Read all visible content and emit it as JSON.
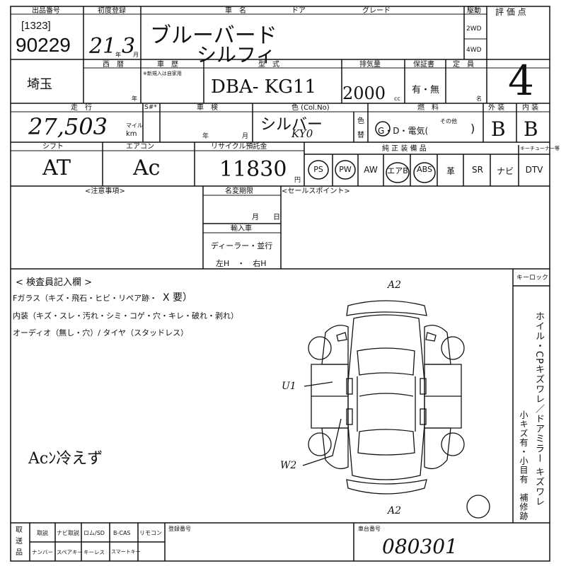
{
  "header": {
    "lot_number_label": "出品番号",
    "lot_bracket": "[1323]",
    "lot_number": "90229",
    "first_reg_label": "初度登録",
    "first_reg_value": "21",
    "first_reg_unit": "年",
    "first_reg_month": "3",
    "first_reg_month_unit": "月",
    "model_name_label": "車　名",
    "model_name_line1": "ブルーバード",
    "model_name_line2": "シルフィ",
    "door_label": "ドア",
    "grade_label": "グレード",
    "drive_label": "駆動",
    "drive_options": [
      "2WD",
      "4WD"
    ],
    "score_label": "評 価 点",
    "score_value": "4"
  },
  "row2": {
    "region": "埼玉",
    "year_label": "西　暦",
    "year_unit": "年",
    "history_label": "車　歴",
    "history_note": "※新規入は自家用",
    "type_label": "型　式",
    "type_value": "DBA- KG11",
    "displacement_label": "排気量",
    "displacement_value": "2000",
    "displacement_unit": "cc",
    "warranty_label": "保証書",
    "warranty_value": "有・無",
    "fixed_label": "定　員",
    "fixed_unit": "名"
  },
  "row3": {
    "mileage_label": "走　行",
    "mileage_value": "27,503",
    "mileage_unit1": "マイル",
    "mileage_unit2": "km",
    "sflag_label": "S#*",
    "inspection_label": "車　検",
    "inspection_year": "年",
    "inspection_month": "月",
    "color_label": "色 (Col.No)",
    "color_value": "シルバー",
    "color_code": "KY0",
    "color_change_labels": [
      "色",
      "替"
    ],
    "fuel_label": "燃　料",
    "fuel_options": "G・D・電気(",
    "fuel_other": "その他",
    "exterior_label": "外 装",
    "exterior_value": "B",
    "interior_label": "内 装",
    "interior_value": "B"
  },
  "row4": {
    "shift_label": "シフト",
    "shift_value": "AT",
    "aircon_label": "エアコン",
    "aircon_value": "Ac",
    "recycle_label": "リサイクル預託金",
    "recycle_value": "11830",
    "recycle_unit": "円",
    "options_label": "純 正 装 備 品",
    "options": [
      "PS",
      "PW",
      "AW",
      "エアB",
      "ABS",
      "革",
      "SR",
      "ナビ",
      "DTV"
    ],
    "key_tuner_label": "キーチューナー等"
  },
  "row5": {
    "notes_label": "<注意事項>",
    "name_change_label": "名変期限",
    "name_change_month": "月",
    "name_change_day": "日",
    "import_label": "輸入車",
    "import_value": "ディーラー・並行",
    "steering_value": "左H　・　右H",
    "sales_point_label": "<セールスポイント>"
  },
  "inspector": {
    "title": "< 検査員記入欄 >",
    "glass_line": "Fガラス（キズ・飛石・ヒビ・リペア跡・",
    "glass_x": "X 要）",
    "interior_line": "内装（キズ・スレ・汚れ・シミ・コゲ・穴・キレ・破れ・剥れ）",
    "audio_line": "オーディオ（無し・穴）/ タイヤ（スタッドレス）",
    "hand_note": "Acﾝ冷えず",
    "key_lock_label": "キーロック",
    "side_note": "ホイル・CPキズワレ／ドアミラー キズワレ",
    "side_note2": "小キズ有・小目有　補修跡",
    "diagram_marks": [
      "A2",
      "U1",
      "W2",
      "A2"
    ]
  },
  "footer": {
    "side_label_chars": [
      "取",
      "送",
      "品"
    ],
    "items_row1": [
      "取説",
      "ナビ取説",
      "ロム/SD",
      "B-CAS",
      "リモコン"
    ],
    "items_row2": [
      "ナンバー",
      "スペアキー",
      "キーレス",
      "スマートキー"
    ],
    "reg_number_label": "登録番号",
    "chassis_label": "車台番号",
    "chassis_value": "080301"
  }
}
